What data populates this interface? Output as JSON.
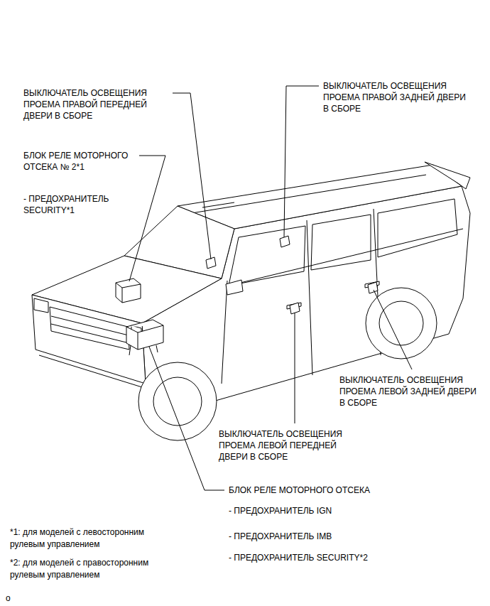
{
  "diagram": {
    "labels": [
      "ВЫКЛЮЧАТЕЛЬ ОСВЕЩЕНИЯ ПРОЕМА ПРАВОЙ ПЕРЕДНЕЙ ДВЕРИ В СБОРЕ",
      "ВЫКЛЮЧАТЕЛЬ ОСВЕЩЕНИЯ ПРОЕМА ПРАВОЙ ЗАДНЕЙ ДВЕРИ В СБОРЕ",
      "БЛОК РЕЛЕ МОТОРНОГО ОТСЕКА № 2*1",
      "- ПРЕДОХРАНИТЕЛЬ SECURITY*1",
      "ВЫКЛЮЧАТЕЛЬ ОСВЕЩЕНИЯ ПРОЕМА ЛЕВОЙ ЗАДНЕЙ ДВЕРИ В СБОРЕ",
      "ВЫКЛЮЧАТЕЛЬ ОСВЕЩЕНИЯ ПРОЕМА ЛЕВОЙ ПЕРЕДНЕЙ ДВЕРИ В СБОРЕ",
      "БЛОК РЕЛЕ МОТОРНОГО ОТСЕКА",
      "- ПРЕДОХРАНИТЕЛЬ IGN",
      "- ПРЕДОХРАНИТЕЛЬ IMB",
      "- ПРЕДОХРАНИТЕЛЬ SECURITY*2",
      "*1: для моделей с левосторонним рулевым управлением",
      "*2: для моделей с правосторонним рулевым управлением",
      "o"
    ]
  }
}
